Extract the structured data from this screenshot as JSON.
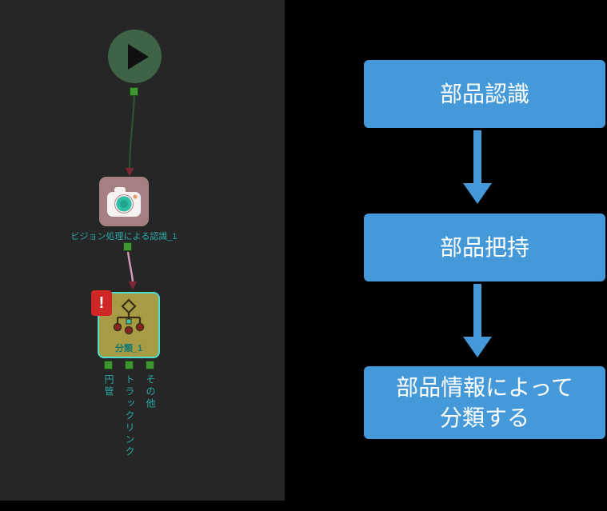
{
  "editor": {
    "nodes": {
      "start": {
        "icon": "play-icon"
      },
      "vision": {
        "icon": "camera-icon",
        "label": "ビジョン処理による認識_1"
      },
      "classify": {
        "icon": "decision-tree-icon",
        "label": "分類_1",
        "badge": "!",
        "outputs": [
          {
            "label": "円管"
          },
          {
            "label": "トラックリンク"
          },
          {
            "label": "その他"
          }
        ]
      }
    }
  },
  "flowchart": {
    "steps": [
      {
        "label": "部品認識"
      },
      {
        "label": "部品把持"
      },
      {
        "label": "部品情報によって\n分類する"
      }
    ]
  },
  "colors": {
    "flow_blue": "#4599d9",
    "panel_bg": "#262626",
    "teal_label": "#2ba8a4",
    "node_olive": "#a79b45",
    "node_rose": "#a67f82",
    "port_green": "#3f9632",
    "badge_red": "#cf2626",
    "start_green": "#3f6347"
  }
}
